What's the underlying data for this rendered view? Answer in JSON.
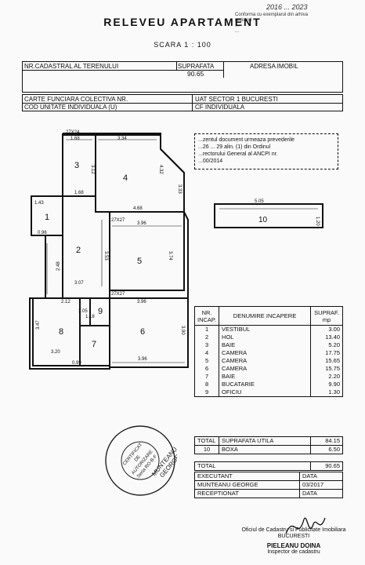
{
  "header": {
    "title": "RELEVEU APARTAMENT",
    "scale": "SCARA 1 : 100",
    "top_right_handwritten": "2016 ... 2023"
  },
  "top_stamp": {
    "lines": [
      "Conforma cu exemplarul din arhiva",
      "registrul ...",
      "...",
      "..."
    ]
  },
  "cadastral": {
    "nr_cadastral_label": "NR.CADASTRAL AL TERENULUI",
    "suprafata_label": "SUPRAFATA",
    "suprafata_value": "90.65",
    "adresa_label": "ADRESA IMOBIL",
    "carte_funciara_label": "CARTE FUNCIARA COLECTIVA NR.",
    "uat_label": "UAT SECTOR 1 BUCURESTI",
    "cod_unitate_label": "COD UNITATE INDIVIDUALA (U)",
    "cf_label": "CF INDIVIDUALA"
  },
  "notice": {
    "lines": [
      "...zentul document urmeaza prevederile",
      "...26 ... 29 alin. (1) din Ordinul",
      "...rectorului General al ANCPI nr.",
      "...00/2014"
    ]
  },
  "plan": {
    "rooms": [
      {
        "id": "1",
        "label": "1"
      },
      {
        "id": "2",
        "label": "2"
      },
      {
        "id": "3",
        "label": "3"
      },
      {
        "id": "4",
        "label": "4"
      },
      {
        "id": "5",
        "label": "5"
      },
      {
        "id": "6",
        "label": "6"
      },
      {
        "id": "7",
        "label": "7"
      },
      {
        "id": "8",
        "label": "8"
      },
      {
        "id": "9",
        "label": "9"
      },
      {
        "id": "10",
        "label": "10"
      }
    ],
    "dimensions": [
      "27X24",
      "1.68",
      "3.12",
      "3.34",
      "4.32",
      "3.33",
      "1.68",
      "1.43",
      "4.68",
      "0.96",
      "27X27",
      "3.96",
      "3.53",
      "3.74",
      "2.48",
      "3.07",
      "27X27",
      "2.12",
      "3.96",
      "1.05",
      "3.47",
      "1.18",
      "3.90",
      "3.20",
      "0.99",
      "3.96",
      "5.05",
      "1.20"
    ]
  },
  "rooms_table": {
    "headers": [
      "NR. INCAP.",
      "DENUMIRE INCAPERE",
      "SUPRAF. mp"
    ],
    "rows": [
      {
        "nr": "1",
        "name": "VESTIBUL",
        "area": "3.00"
      },
      {
        "nr": "2",
        "name": "HOL",
        "area": "13.40"
      },
      {
        "nr": "3",
        "name": "BAIE",
        "area": "5.20"
      },
      {
        "nr": "4",
        "name": "CAMERA",
        "area": "17.75"
      },
      {
        "nr": "5",
        "name": "CAMERA",
        "area": "15.65"
      },
      {
        "nr": "6",
        "name": "CAMERA",
        "area": "15.75"
      },
      {
        "nr": "7",
        "name": "BAIE",
        "area": "2.20"
      },
      {
        "nr": "8",
        "name": "BUCATARIE",
        "area": "9.90"
      },
      {
        "nr": "9",
        "name": "OFICIU",
        "area": "1.30"
      }
    ],
    "total_label": "TOTAL",
    "suprafata_utila_label": "SUPRAFATA UTILA",
    "suprafata_utila_value": "84.15",
    "boxa_nr": "10",
    "boxa_label": "BOXA",
    "boxa_value": "6.50",
    "grand_total_label": "TOTAL",
    "grand_total_value": "90.65"
  },
  "signatures": {
    "executant_label": "EXECUTANT",
    "data_label": "DATA",
    "executant_name": "MUNTEANU GEORGE",
    "executant_date": "03/2017",
    "receptionat_label": "RECEPTIONAT",
    "receptionat_data_label": "DATA"
  },
  "stamp": {
    "text": "CERTIFICAT DE AUTORIZARE Seria RO-B-F Nr. ... MUNTEANU GEORGE CATEGORIA B"
  },
  "office": {
    "line1": "Oficiul de Cadastru si Publicitate Imobiliara",
    "line2": "BUCURESTI",
    "name": "PIELEANU DOINA",
    "role": "Inspector de cadastru"
  }
}
